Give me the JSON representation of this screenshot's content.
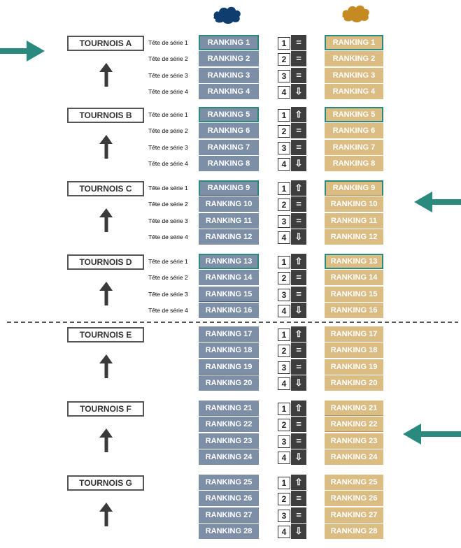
{
  "teams": [
    {
      "icon": "blue-team-blob-icon",
      "color": "#0f3e6e"
    },
    {
      "icon": "gold-team-blob-icon",
      "color": "#c68a23"
    }
  ],
  "colors": {
    "blue_ranking": "#7d8fa7",
    "gold_ranking": "#dbbd84",
    "highlight_border": "#2a8a7e",
    "teal_arrow": "#2a8a7e",
    "dark_arrow": "#3a3a3a",
    "position_mark_bg": "#3e3e3e"
  },
  "tournaments": [
    {
      "name": "TOURNOIS A",
      "seeds": [
        "Tête de série 1",
        "Tête de série 2",
        "Tête de série 3",
        "Tête de série 4"
      ],
      "blue": [
        "RANKING 1",
        "RANKING 2",
        "RANKING 3",
        "RANKING 4"
      ],
      "gold": [
        "RANKING 1",
        "RANKING 2",
        "RANKING 3",
        "RANKING 4"
      ],
      "positions": [
        {
          "num": "1",
          "mark": "="
        },
        {
          "num": "2",
          "mark": "="
        },
        {
          "num": "3",
          "mark": "="
        },
        {
          "num": "4",
          "mark": "⇩"
        }
      ]
    },
    {
      "name": "TOURNOIS B",
      "seeds": [
        "Tête de série 1",
        "Tête de série 2",
        "Tête de série 3",
        "Tête de série 4"
      ],
      "blue": [
        "RANKING 5",
        "RANKING 6",
        "RANKING 7",
        "RANKING 8"
      ],
      "gold": [
        "RANKING 5",
        "RANKING 6",
        "RANKING 7",
        "RANKING 8"
      ],
      "positions": [
        {
          "num": "1",
          "mark": "⇧"
        },
        {
          "num": "2",
          "mark": "="
        },
        {
          "num": "3",
          "mark": "="
        },
        {
          "num": "4",
          "mark": "⇩"
        }
      ]
    },
    {
      "name": "TOURNOIS C",
      "seeds": [
        "Tête de série 1",
        "Tête de série 2",
        "Tête de série 3",
        "Tête de série 4"
      ],
      "blue": [
        "RANKING 9",
        "RANKING 10",
        "RANKING 11",
        "RANKING 12"
      ],
      "gold": [
        "RANKING 9",
        "RANKING 10",
        "RANKING 11",
        "RANKING 12"
      ],
      "positions": [
        {
          "num": "1",
          "mark": "⇧"
        },
        {
          "num": "2",
          "mark": "="
        },
        {
          "num": "3",
          "mark": "="
        },
        {
          "num": "4",
          "mark": "⇩"
        }
      ]
    },
    {
      "name": "TOURNOIS D",
      "seeds": [
        "Tête de série 1",
        "Tête de série 2",
        "Tête de série 3",
        "Tête de série 4"
      ],
      "blue": [
        "RANKING 13",
        "RANKING 14",
        "RANKING 15",
        "RANKING 16"
      ],
      "gold": [
        "RANKING 13",
        "RANKING 14",
        "RANKING 15",
        "RANKING 16"
      ],
      "positions": [
        {
          "num": "1",
          "mark": "⇧"
        },
        {
          "num": "2",
          "mark": "="
        },
        {
          "num": "3",
          "mark": "="
        },
        {
          "num": "4",
          "mark": "⇩"
        }
      ]
    },
    {
      "name": "TOURNOIS E",
      "seeds": [],
      "blue": [
        "RANKING 17",
        "RANKING 18",
        "RANKING 19",
        "RANKING 20"
      ],
      "gold": [
        "RANKING 17",
        "RANKING 18",
        "RANKING 19",
        "RANKING 20"
      ],
      "positions": [
        {
          "num": "1",
          "mark": "⇧"
        },
        {
          "num": "2",
          "mark": "="
        },
        {
          "num": "3",
          "mark": "="
        },
        {
          "num": "4",
          "mark": "⇩"
        }
      ]
    },
    {
      "name": "TOURNOIS F",
      "seeds": [],
      "blue": [
        "RANKING 21",
        "RANKING 22",
        "RANKING 23",
        "RANKING 24"
      ],
      "gold": [
        "RANKING 21",
        "RANKING 22",
        "RANKING 23",
        "RANKING 24"
      ],
      "positions": [
        {
          "num": "1",
          "mark": "⇧"
        },
        {
          "num": "2",
          "mark": "="
        },
        {
          "num": "3",
          "mark": "="
        },
        {
          "num": "4",
          "mark": "⇩"
        }
      ]
    },
    {
      "name": "TOURNOIS G",
      "seeds": [],
      "blue": [
        "RANKING 25",
        "RANKING 26",
        "RANKING 27",
        "RANKING 28"
      ],
      "gold": [
        "RANKING 25",
        "RANKING 26",
        "RANKING 27",
        "RANKING 28"
      ],
      "positions": [
        {
          "num": "1",
          "mark": "⇧"
        },
        {
          "num": "2",
          "mark": "="
        },
        {
          "num": "3",
          "mark": "="
        },
        {
          "num": "4",
          "mark": "⇩"
        }
      ]
    }
  ]
}
